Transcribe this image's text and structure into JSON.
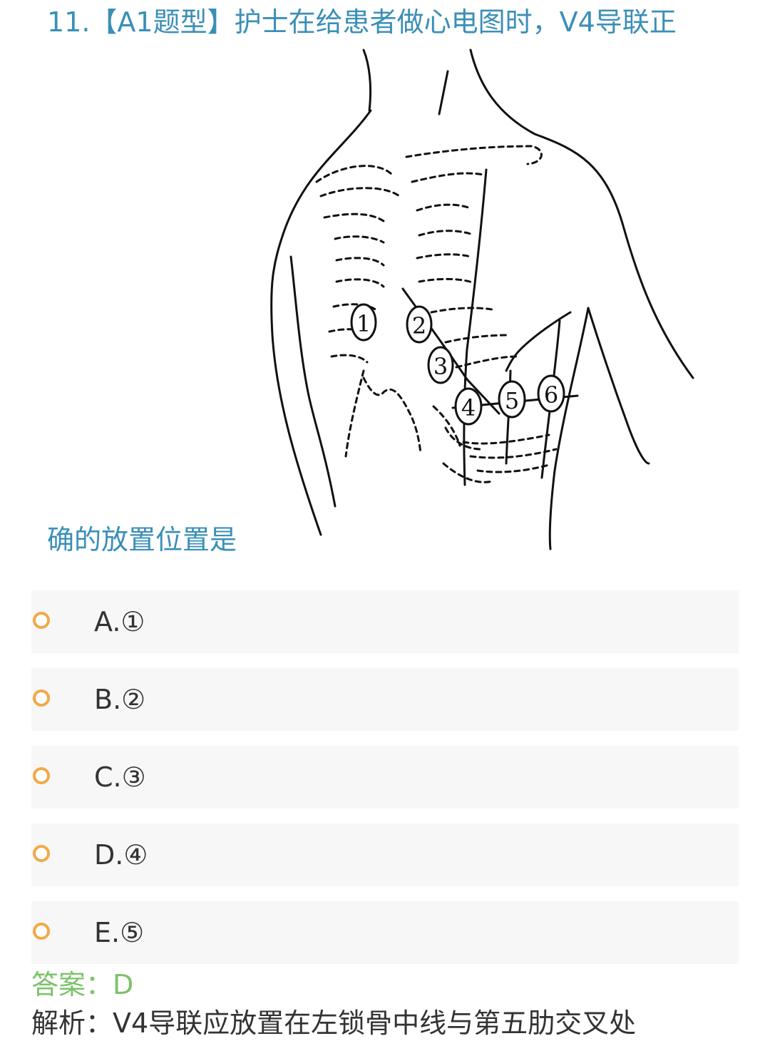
{
  "question": {
    "line1": "11.【A1题型】护士在给患者做心电图时，V4导联正",
    "line2": "确的放置位置是"
  },
  "figure": {
    "electrode_labels": [
      "1",
      "2",
      "3",
      "4",
      "5",
      "6"
    ]
  },
  "options": [
    {
      "label": "A.①"
    },
    {
      "label": "B.②"
    },
    {
      "label": "C.③"
    },
    {
      "label": "D.④"
    },
    {
      "label": "E.⑤"
    }
  ],
  "answer": {
    "text": "答案：D"
  },
  "analysis": {
    "text": "解析：V4导联应放置在左锁骨中线与第五肋交叉处"
  },
  "colors": {
    "question": "#3a8fb7",
    "radio": "#f0a94a",
    "answer": "#7cc26a",
    "option_bg": "#f7f7f7"
  }
}
